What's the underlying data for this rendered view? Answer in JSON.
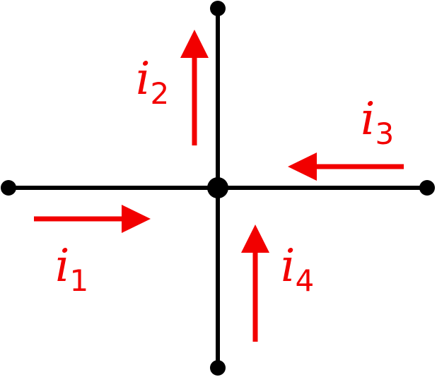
{
  "diagram": {
    "colors": {
      "wire": "#000000",
      "current": "#f20000"
    },
    "currents": [
      {
        "symbol": "i",
        "subscript": "1",
        "direction": "right"
      },
      {
        "symbol": "i",
        "subscript": "2",
        "direction": "up"
      },
      {
        "symbol": "i",
        "subscript": "3",
        "direction": "left"
      },
      {
        "symbol": "i",
        "subscript": "4",
        "direction": "up"
      }
    ]
  }
}
